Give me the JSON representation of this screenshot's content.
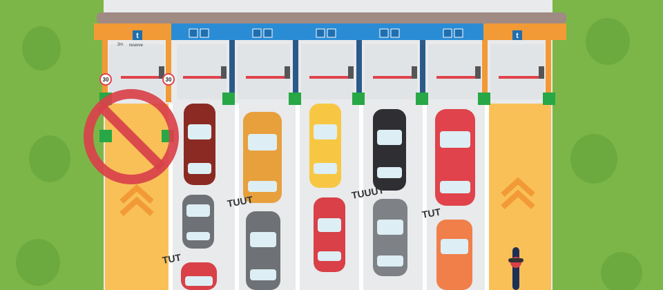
{
  "signs": {
    "left_booth_t": "t",
    "right_booth_t": "t",
    "reserve_label": "reserve",
    "height_label": "2m",
    "speed_limit_left": "30",
    "speed_limit_right": "30"
  },
  "sounds": {
    "tut_1": "TUUT",
    "tut_2": "TUUUT",
    "tut_3": "TUT",
    "tut_4": "TUT"
  },
  "colors": {
    "grass": "#8cc152",
    "grass_dark": "#6aa83f",
    "road": "#e8eaec",
    "orange_lane": "#f9c058",
    "canopy_blue": "#2b8cd6",
    "canopy_orange": "#f29a35",
    "no_entry_red": "#d9414a",
    "green_signal": "#27a745"
  },
  "icons": [
    "no-entry-icon",
    "green-arrow-icon",
    "speed-limit-icon",
    "toll-t-icon",
    "chevron-up-icon",
    "motorcycle-icon"
  ]
}
